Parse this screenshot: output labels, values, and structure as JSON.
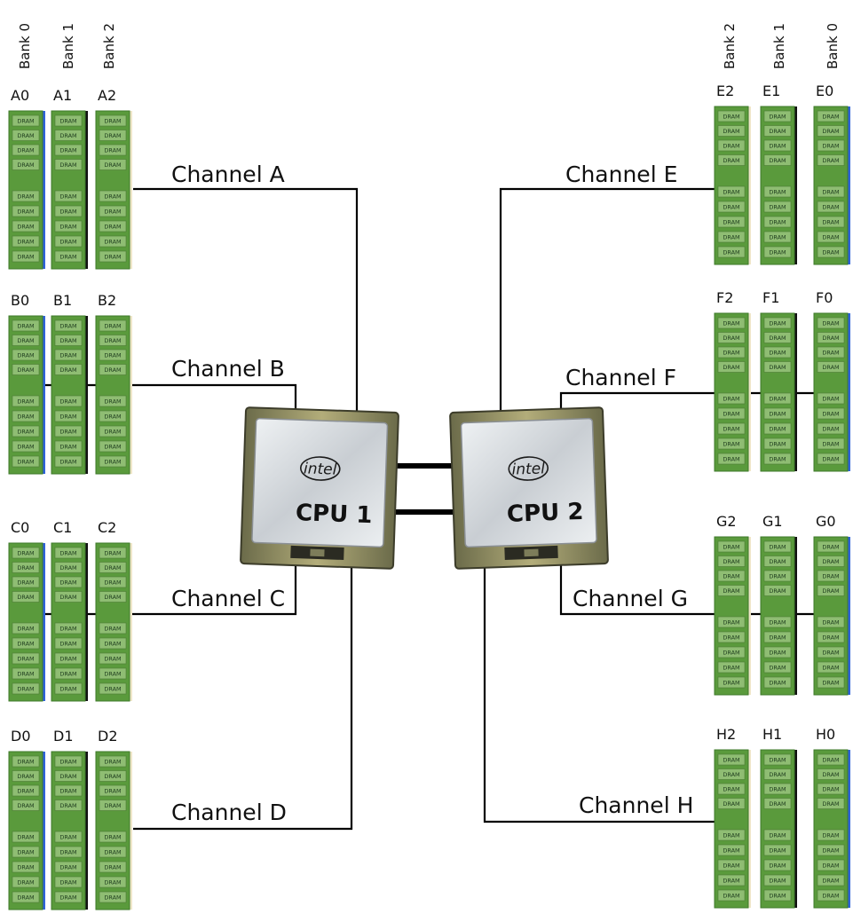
{
  "bank_headers": {
    "left": [
      "Bank 0",
      "Bank 1",
      "Bank 2"
    ],
    "right": [
      "Bank 2",
      "Bank 1",
      "Bank 0"
    ]
  },
  "chip_label": "DRAM",
  "brand_text": "intel",
  "cpus": [
    {
      "id": "cpu1",
      "label": "CPU 1"
    },
    {
      "id": "cpu2",
      "label": "CPU 2"
    }
  ],
  "channels": [
    {
      "id": "A",
      "label": "Channel A",
      "side": "left",
      "slots": [
        "A0",
        "A1",
        "A2"
      ]
    },
    {
      "id": "B",
      "label": "Channel B",
      "side": "left",
      "slots": [
        "B0",
        "B1",
        "B2"
      ]
    },
    {
      "id": "C",
      "label": "Channel C",
      "side": "left",
      "slots": [
        "C0",
        "C1",
        "C2"
      ]
    },
    {
      "id": "D",
      "label": "Channel D",
      "side": "left",
      "slots": [
        "D0",
        "D1",
        "D2"
      ]
    },
    {
      "id": "E",
      "label": "Channel E",
      "side": "right",
      "slots": [
        "E2",
        "E1",
        "E0"
      ]
    },
    {
      "id": "F",
      "label": "Channel F",
      "side": "right",
      "slots": [
        "F2",
        "F1",
        "F0"
      ]
    },
    {
      "id": "G",
      "label": "Channel G",
      "side": "right",
      "slots": [
        "G2",
        "G1",
        "G0"
      ]
    },
    {
      "id": "H",
      "label": "Channel H",
      "side": "right",
      "slots": [
        "H2",
        "H1",
        "H0"
      ]
    }
  ],
  "colors": {
    "dimm_pcb": "#5a9a3c",
    "dimm_edge": "#3e7a2a",
    "dram_chip": "#8fbd73",
    "bank0_latch": "#2f63d9",
    "bank1_latch": "#111111",
    "bank2_latch": "#efe6c8"
  }
}
